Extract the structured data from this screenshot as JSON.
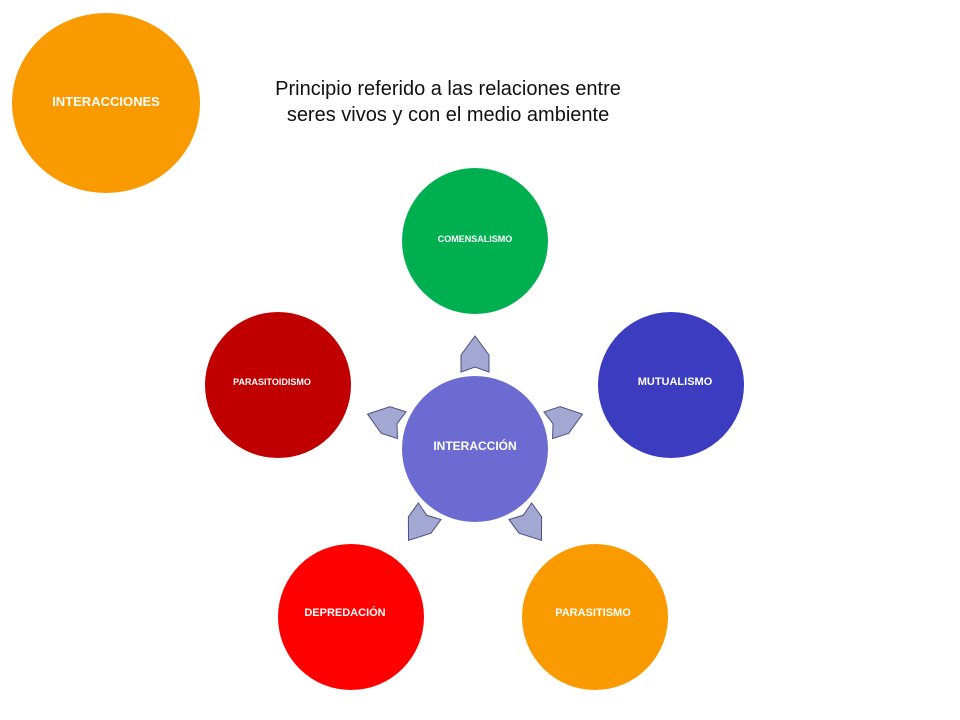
{
  "header": {
    "badge_label": "INTERACCIONES",
    "subtitle": "Principio referido a las relaciones entre seres vivos y con el medio ambiente"
  },
  "diagram": {
    "type": "radial-cycle",
    "center": {
      "label": "INTERACCIÓN",
      "color": "#6b6bd2"
    },
    "nodes": [
      {
        "id": "comensalismo",
        "label": "COMENSALISMO",
        "color": "#00b050"
      },
      {
        "id": "mutualismo",
        "label": "MUTUALISMO",
        "color": "#3b3cc0"
      },
      {
        "id": "parasitismo",
        "label": "PARASITISMO",
        "color": "#f99a00"
      },
      {
        "id": "depredacion",
        "label": "DEPREDACIÓN",
        "color": "#ff0000"
      },
      {
        "id": "parasitoidismo",
        "label": "PARASITOIDISMO",
        "color": "#c00000"
      }
    ],
    "badge_color": "#f99a00",
    "arrow_color": "#a2a8d2",
    "arrow_stroke": "#4a5080"
  }
}
